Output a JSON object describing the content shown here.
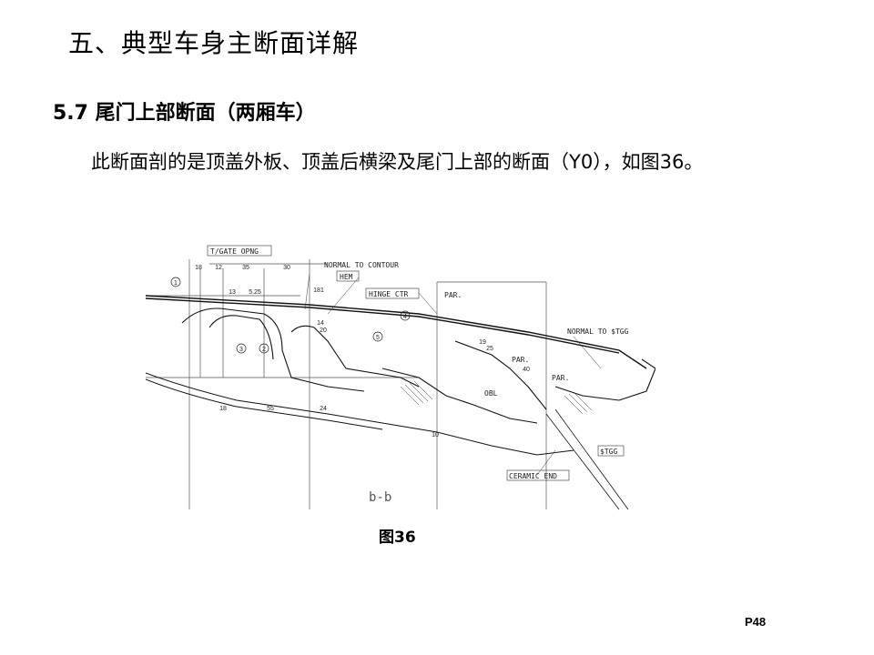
{
  "page": {
    "title": "五、典型车身主断面详解",
    "subtitle": "5.7  尾门上部断面（两厢车）",
    "body": "此断面剖的是顶盖外板、顶盖后横梁及尾门上部的断面（Y0），如图36。",
    "caption": "图36",
    "page_number": "P48"
  },
  "figure": {
    "labels": {
      "tgate": "T/GATE OPNG",
      "normal_contour": "NORMAL TO CONTOUR",
      "hem": "HEM",
      "hinge": "HINGE CTR",
      "par1": "PAR.",
      "par2": "PAR.",
      "par3": "PAR.",
      "normal_tgg": "NORMAL TO $TGG",
      "obl": "OBL",
      "tgg": "$TGG",
      "ceramic": "CERAMIC END",
      "section": "b-b"
    },
    "dims": {
      "d18": "18",
      "d12": "12",
      "d35": "35",
      "d30": "30",
      "d13": "13",
      "d525": "5.25",
      "d181": "181",
      "d18b": "18",
      "d55": "55",
      "d24": "24",
      "d14": "14",
      "d20": "20",
      "d40": "40",
      "d25": "25",
      "d19": "19",
      "d10": "10"
    },
    "callouts": [
      "1",
      "2",
      "3",
      "4",
      "5"
    ]
  }
}
